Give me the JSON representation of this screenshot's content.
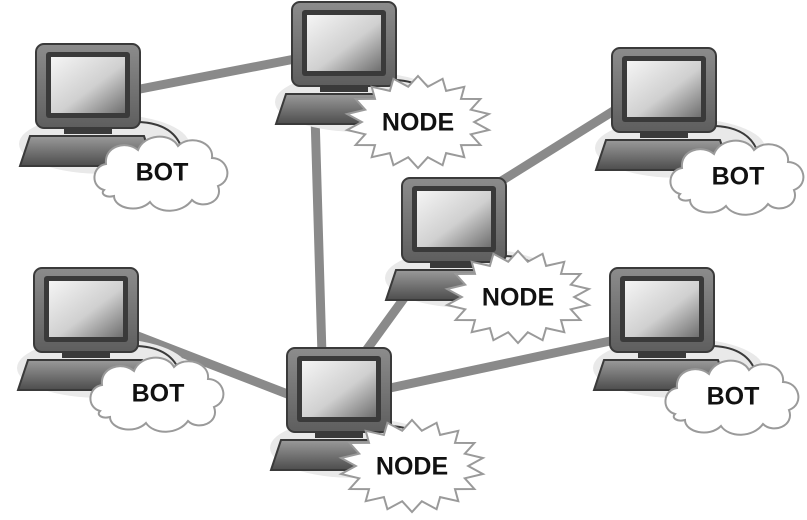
{
  "diagram": {
    "colors": {
      "link": "#8a8a8a",
      "computer_body": "#7a7a7a",
      "computer_dark": "#3a3a3a",
      "screen_light": "#eeeeee",
      "screen_dark": "#777777",
      "label_fill": "#ffffff",
      "label_stroke": "#9a9a9a",
      "label_text": "#111111",
      "shadow": "#e9e9e9"
    },
    "icons": {
      "computer": "desktop-computer-icon",
      "node_badge": "starburst-badge",
      "bot_badge": "cloud-badge"
    },
    "labels": {
      "bot_left_top": "BOT",
      "bot_left_bottom": "BOT",
      "bot_right_top": "BOT",
      "bot_right_bottom": "BOT",
      "node_top": "NODE",
      "node_middle": "NODE",
      "node_bottom": "NODE"
    },
    "connections": [
      [
        "bot-left-top",
        "node-top"
      ],
      [
        "node-top",
        "node-bottom"
      ],
      [
        "node-middle",
        "bot-right-top"
      ],
      [
        "node-middle",
        "node-bottom"
      ],
      [
        "bot-left-bottom",
        "node-bottom"
      ],
      [
        "node-bottom",
        "bot-right-bottom"
      ]
    ]
  }
}
